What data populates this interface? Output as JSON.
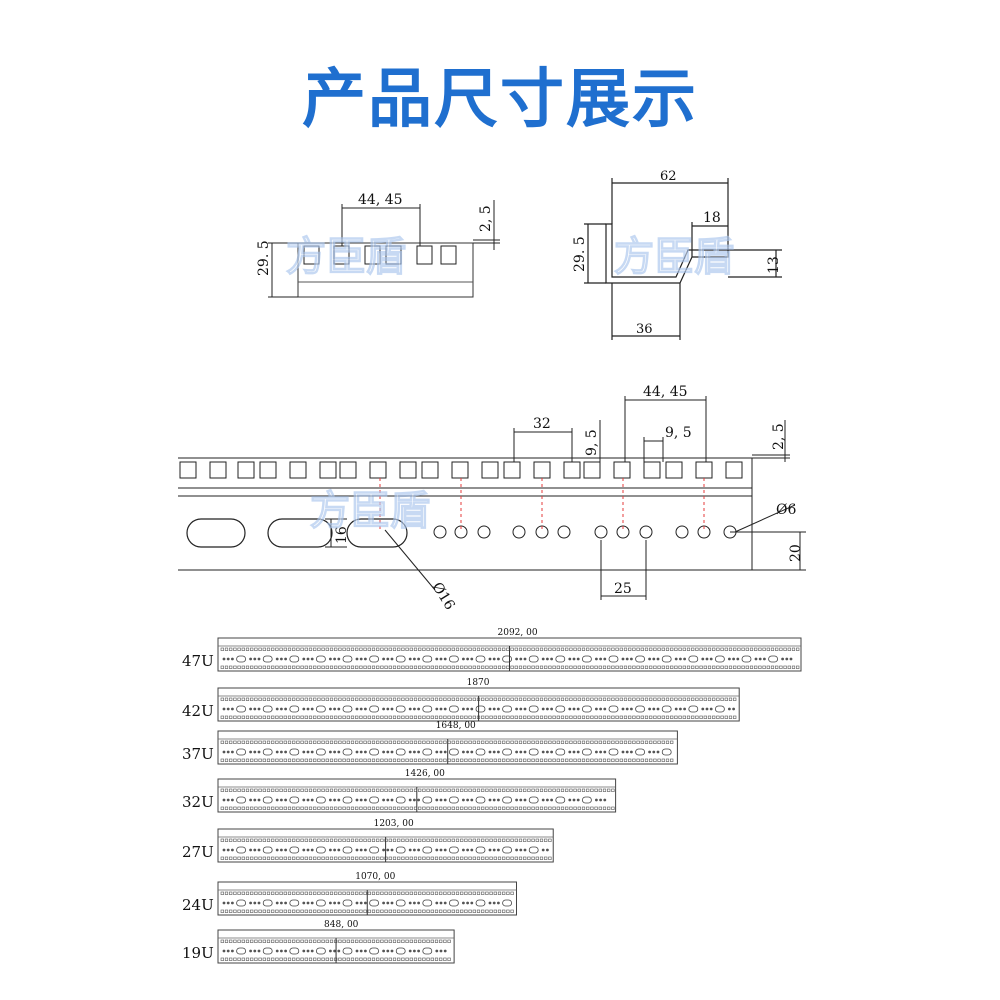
{
  "title": "产品尺寸展示",
  "watermark": "方臣盾",
  "colors": {
    "title": "#1f6fcf",
    "centerline": "#e63b3b"
  },
  "profile_front": {
    "pitch": "44, 45",
    "thickness": "2, 5",
    "height": "29. 5"
  },
  "profile_side": {
    "width": "62",
    "lip": "18",
    "height": "29. 5",
    "offset": "13",
    "base": "36"
  },
  "rail_detail": {
    "pitch": "44, 45",
    "gap": "32",
    "slot_a": "9, 5",
    "slot_b": "9, 5",
    "thickness": "2, 5",
    "hole_dia": "Ø6",
    "edge": "20",
    "slot_height": "16",
    "hole_spacing": "25",
    "slot_dia": "Ø16"
  },
  "rails": [
    {
      "label": "47U",
      "length": "2092, 00",
      "fraction": 1.0
    },
    {
      "label": "42U",
      "length": "1870",
      "fraction": 0.894
    },
    {
      "label": "37U",
      "length": "1648, 00",
      "fraction": 0.788
    },
    {
      "label": "32U",
      "length": "1426, 00",
      "fraction": 0.682
    },
    {
      "label": "27U",
      "length": "1203, 00",
      "fraction": 0.575
    },
    {
      "label": "24U",
      "length": "1070, 00",
      "fraction": 0.512
    },
    {
      "label": "19U",
      "length": "848, 00",
      "fraction": 0.405
    }
  ]
}
